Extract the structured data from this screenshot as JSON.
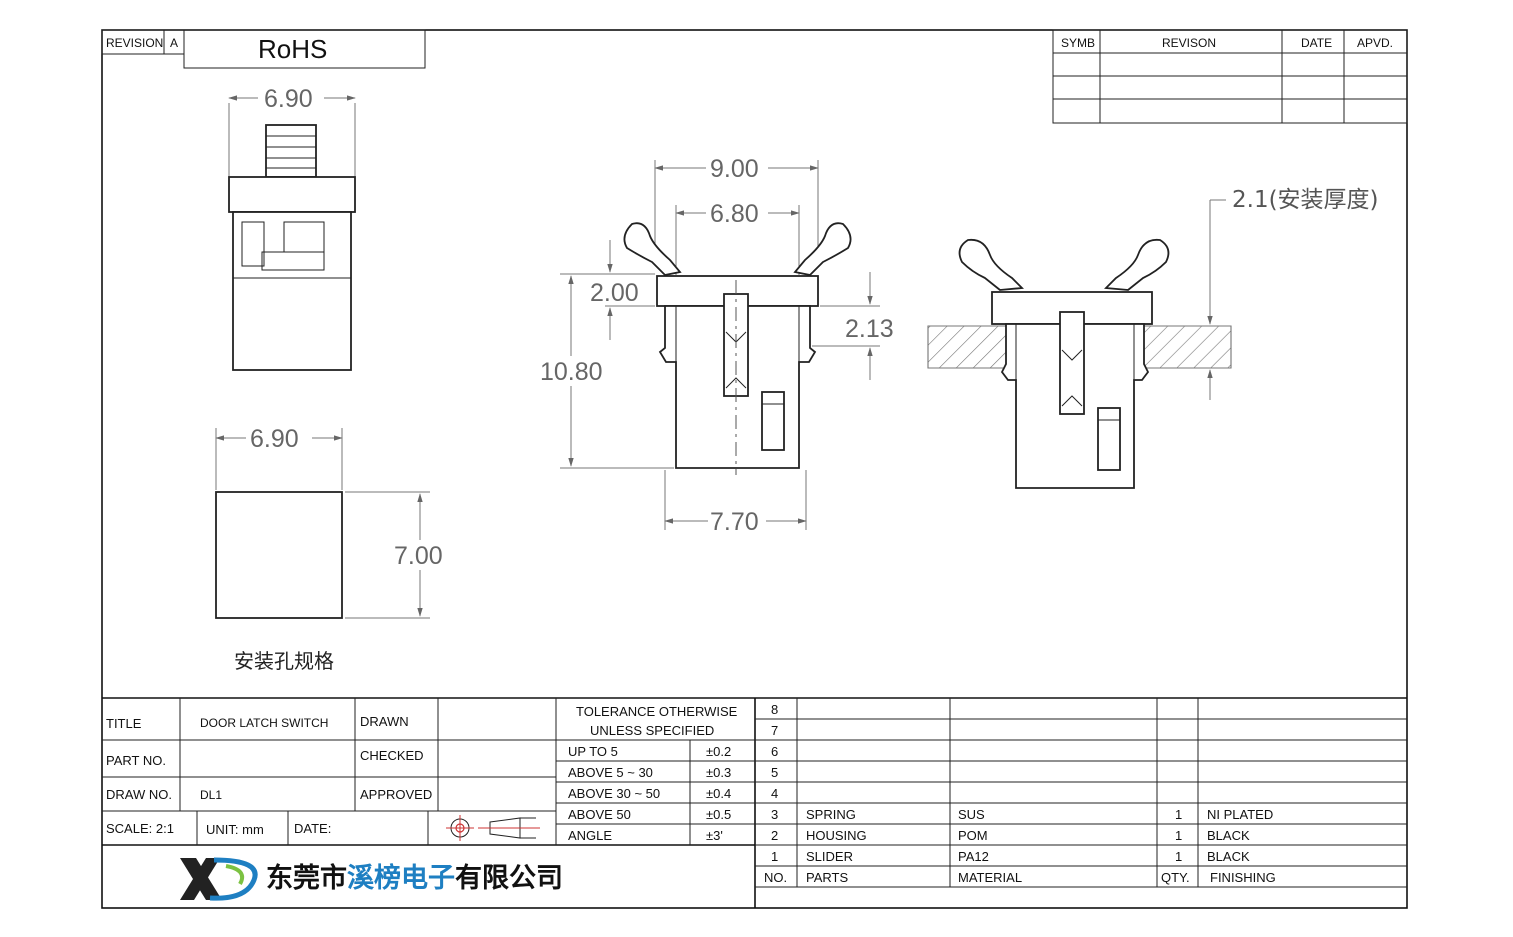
{
  "header": {
    "revision_label": "REVISION",
    "revision_value": "A",
    "rohs": "RoHS"
  },
  "revision_table": {
    "headers": [
      "SYMB",
      "REVISON",
      "DATE",
      "APVD."
    ]
  },
  "dimensions": {
    "top_view_width": "6.90",
    "hole_width": "6.90",
    "hole_height": "7.00",
    "hole_caption": "安装孔规格",
    "front_outer_width": "9.00",
    "front_inner_width": "6.80",
    "flange_height": "2.00",
    "total_height": "10.80",
    "clip_height": "2.13",
    "bottom_width": "7.70",
    "panel_thickness": "2.1(安装厚度)"
  },
  "title_block": {
    "title_label": "TITLE",
    "title_value": "DOOR  LATCH  SWITCH",
    "part_no_label": "PART  NO.",
    "part_no_value": "",
    "draw_no_label": "DRAW  NO.",
    "draw_no_value": "DL1",
    "scale_label": "SCALE:  2:1",
    "unit_label": "UNIT:  mm",
    "date_label": "DATE:",
    "drawn_label": "DRAWN",
    "checked_label": "CHECKED",
    "approved_label": "APPROVED"
  },
  "tolerance": {
    "heading1": "TOLERANCE  OTHERWISE",
    "heading2": "UNLESS  SPECIFIED",
    "rows": [
      {
        "range": "UP  TO  5",
        "value": "±0.2"
      },
      {
        "range": "ABOVE  5 ~ 30",
        "value": "±0.3"
      },
      {
        "range": "ABOVE  30 ~ 50",
        "value": "±0.4"
      },
      {
        "range": "ABOVE  50",
        "value": "±0.5"
      },
      {
        "range": "ANGLE",
        "value": "±3'"
      }
    ]
  },
  "bom": {
    "rows": [
      {
        "no": "8",
        "part": "",
        "material": "",
        "qty": "",
        "finishing": ""
      },
      {
        "no": "7",
        "part": "",
        "material": "",
        "qty": "",
        "finishing": ""
      },
      {
        "no": "6",
        "part": "",
        "material": "",
        "qty": "",
        "finishing": ""
      },
      {
        "no": "5",
        "part": "",
        "material": "",
        "qty": "",
        "finishing": ""
      },
      {
        "no": "4",
        "part": "",
        "material": "",
        "qty": "",
        "finishing": ""
      },
      {
        "no": "3",
        "part": "SPRING",
        "material": "SUS",
        "qty": "1",
        "finishing": "NI  PLATED"
      },
      {
        "no": "2",
        "part": "HOUSING",
        "material": "POM",
        "qty": "1",
        "finishing": "BLACK"
      },
      {
        "no": "1",
        "part": "SLIDER",
        "material": "PA12",
        "qty": "1",
        "finishing": "BLACK"
      }
    ],
    "headers": {
      "no": "NO.",
      "part": "PARTS",
      "material": "MATERIAL",
      "qty": "QTY.",
      "finishing": "FINISHING"
    }
  },
  "company": {
    "prefix": "东莞市",
    "highlight": "溪榜电子",
    "suffix": "有限公司",
    "accent_color": "#1e7fc2",
    "text_color": "#111111"
  }
}
